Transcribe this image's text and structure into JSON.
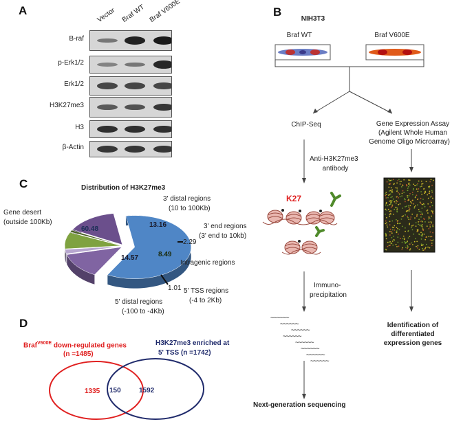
{
  "panelA": {
    "letter": "A",
    "lanes": [
      "Vector",
      "Braf  WT",
      "Braf V600E"
    ],
    "rows": [
      {
        "label": "B-raf",
        "intensity": [
          0.35,
          0.95,
          1.0
        ]
      },
      {
        "label": "p-Erk1/2",
        "intensity": [
          0.25,
          0.35,
          0.9
        ]
      },
      {
        "label": "Erk1/2",
        "intensity": [
          0.7,
          0.7,
          0.7
        ]
      },
      {
        "label": "H3K27me3",
        "intensity": [
          0.55,
          0.6,
          0.8
        ]
      },
      {
        "label": "H3",
        "intensity": [
          0.85,
          0.85,
          0.85
        ]
      },
      {
        "label": "β-Actin",
        "intensity": [
          0.8,
          0.8,
          0.8
        ]
      }
    ]
  },
  "panelB": {
    "letter": "B",
    "cell_line": "NIH3T3",
    "braf_wt": "Braf WT",
    "braf_v600e": "Braf V600E",
    "chipseq": "ChIP-Seq",
    "expr_assay_1": "Gene Expression Assay",
    "expr_assay_2": "(Agilent Whole Human",
    "expr_assay_3": "Genome Oligo Microarray)",
    "antibody_1": "Anti-H3K27me3",
    "antibody_2": "antibody",
    "k27": "K27",
    "immuno_1": "Immuno-",
    "immuno_2": "precipitation",
    "ngs": "Next-generation sequencing",
    "ident_1": "Identification of",
    "ident_2": "differentiated",
    "ident_3": "expression genes"
  },
  "panelC": {
    "letter": "C",
    "title": "Distribution of  H3K27me3",
    "chart_data": {
      "type": "pie",
      "title": "Distribution of  H3K27me3",
      "slices": [
        {
          "label": "Gene desert (outside 100Kb)",
          "value": 60.48,
          "color": "#4f86c6"
        },
        {
          "label": "3' distal regions (10 to 100Kb)",
          "value": 13.16,
          "color": "#8064a2"
        },
        {
          "label": "3' end regions (3' end to 10kb)",
          "value": 2.29,
          "color": "#b7a6cf"
        },
        {
          "label": "Intragenic regions",
          "value": 8.49,
          "color": "#7fa240"
        },
        {
          "label": "5' TSS regions (-4 to 2Kb)",
          "value": 1.01,
          "color": "#4a5f26"
        },
        {
          "label": "5' distal regions (-100 to -4Kb)",
          "value": 14.57,
          "color": "#6b4f8c"
        }
      ]
    },
    "labels": {
      "gene_desert_1": "Gene desert",
      "gene_desert_2": "(outside 100Kb)",
      "v_60": "60.48",
      "d3_1": "3' distal regions",
      "d3_2": "(10 to 100Kb)",
      "v_13": "13.16",
      "end3_1": "3' end regions",
      "end3_2": "(3' end to 10kb)",
      "v_2": "2.29",
      "intragenic": "Intragenic regions",
      "v_8": "8.49",
      "v_14": "14.57",
      "v_1": "1.01",
      "tss_1": "5' TSS regions",
      "tss_2": "(-4 to 2Kb)",
      "d5_1": "5' distal regions",
      "d5_2": "(-100 to -4Kb)"
    }
  },
  "panelD": {
    "letter": "D",
    "left_title_1a": "Braf",
    "left_title_1sup": "V600E",
    "left_title_1b": " down-regulated genes",
    "left_title_2": "(n =1485)",
    "right_title_1": "H3K27me3 enriched at",
    "right_title_2": "5' TSS (n =1742)",
    "left_only": "1335",
    "overlap": "150",
    "right_only": "1592",
    "colors": {
      "left": "#e02020",
      "right": "#1f2a6b"
    }
  }
}
